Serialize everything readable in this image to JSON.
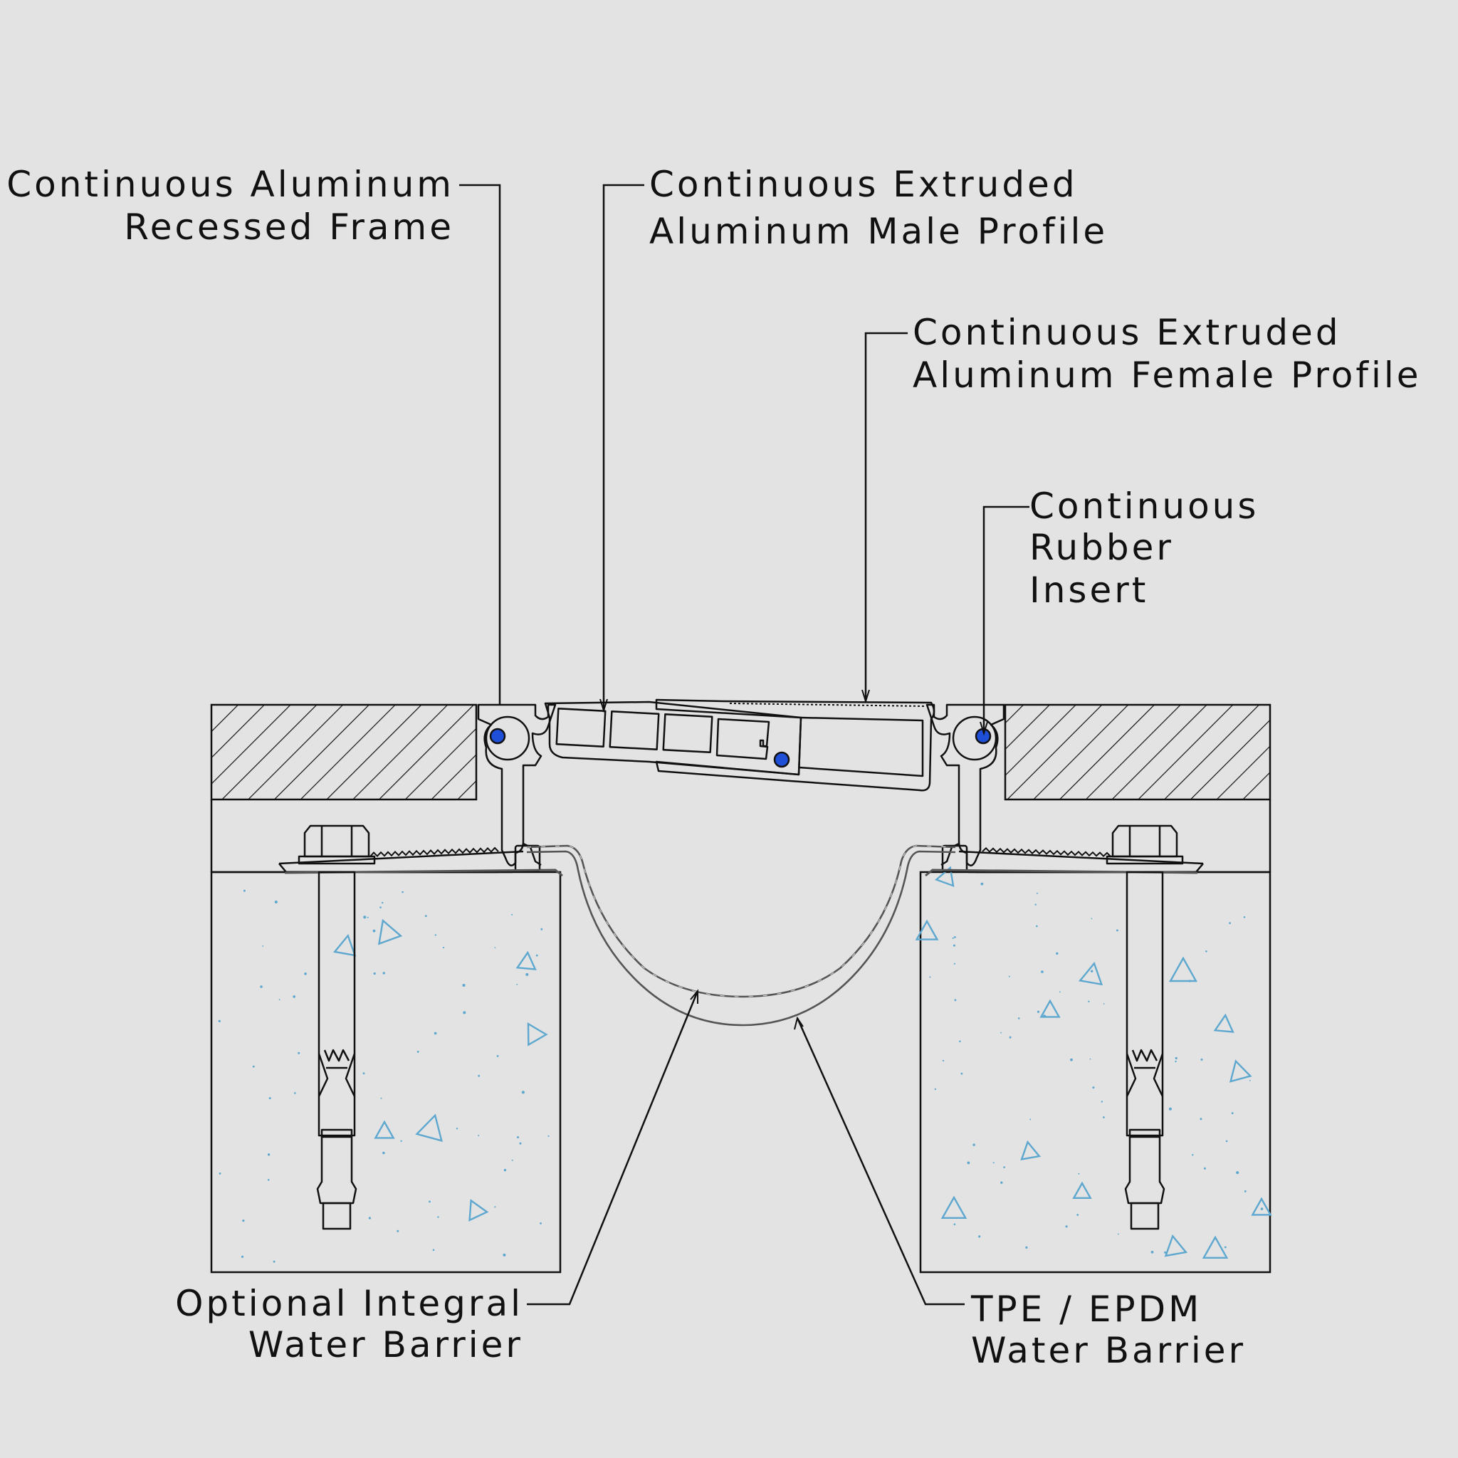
{
  "labels": {
    "recessed_frame": {
      "line1": "Continuous Aluminum",
      "line2": "Recessed Frame"
    },
    "male_profile": {
      "line1": "Continuous Extruded",
      "line2": "Aluminum Male Profile"
    },
    "female_profile": {
      "line1": "Continuous Extruded",
      "line2": "Aluminum Female Profile"
    },
    "rubber_insert": {
      "line1": "Continuous",
      "line2": "Rubber",
      "line3": "Insert"
    },
    "integral_barrier": {
      "line1": "Optional Integral",
      "line2": "Water Barrier"
    },
    "tpe_barrier": {
      "line1": "TPE / EPDM",
      "line2": "Water Barrier"
    }
  },
  "colors": {
    "background": "#e3e3e3",
    "line": "#111111",
    "rubber_insert": "#1f4fd6",
    "aggregate": "#5ea8cf"
  }
}
